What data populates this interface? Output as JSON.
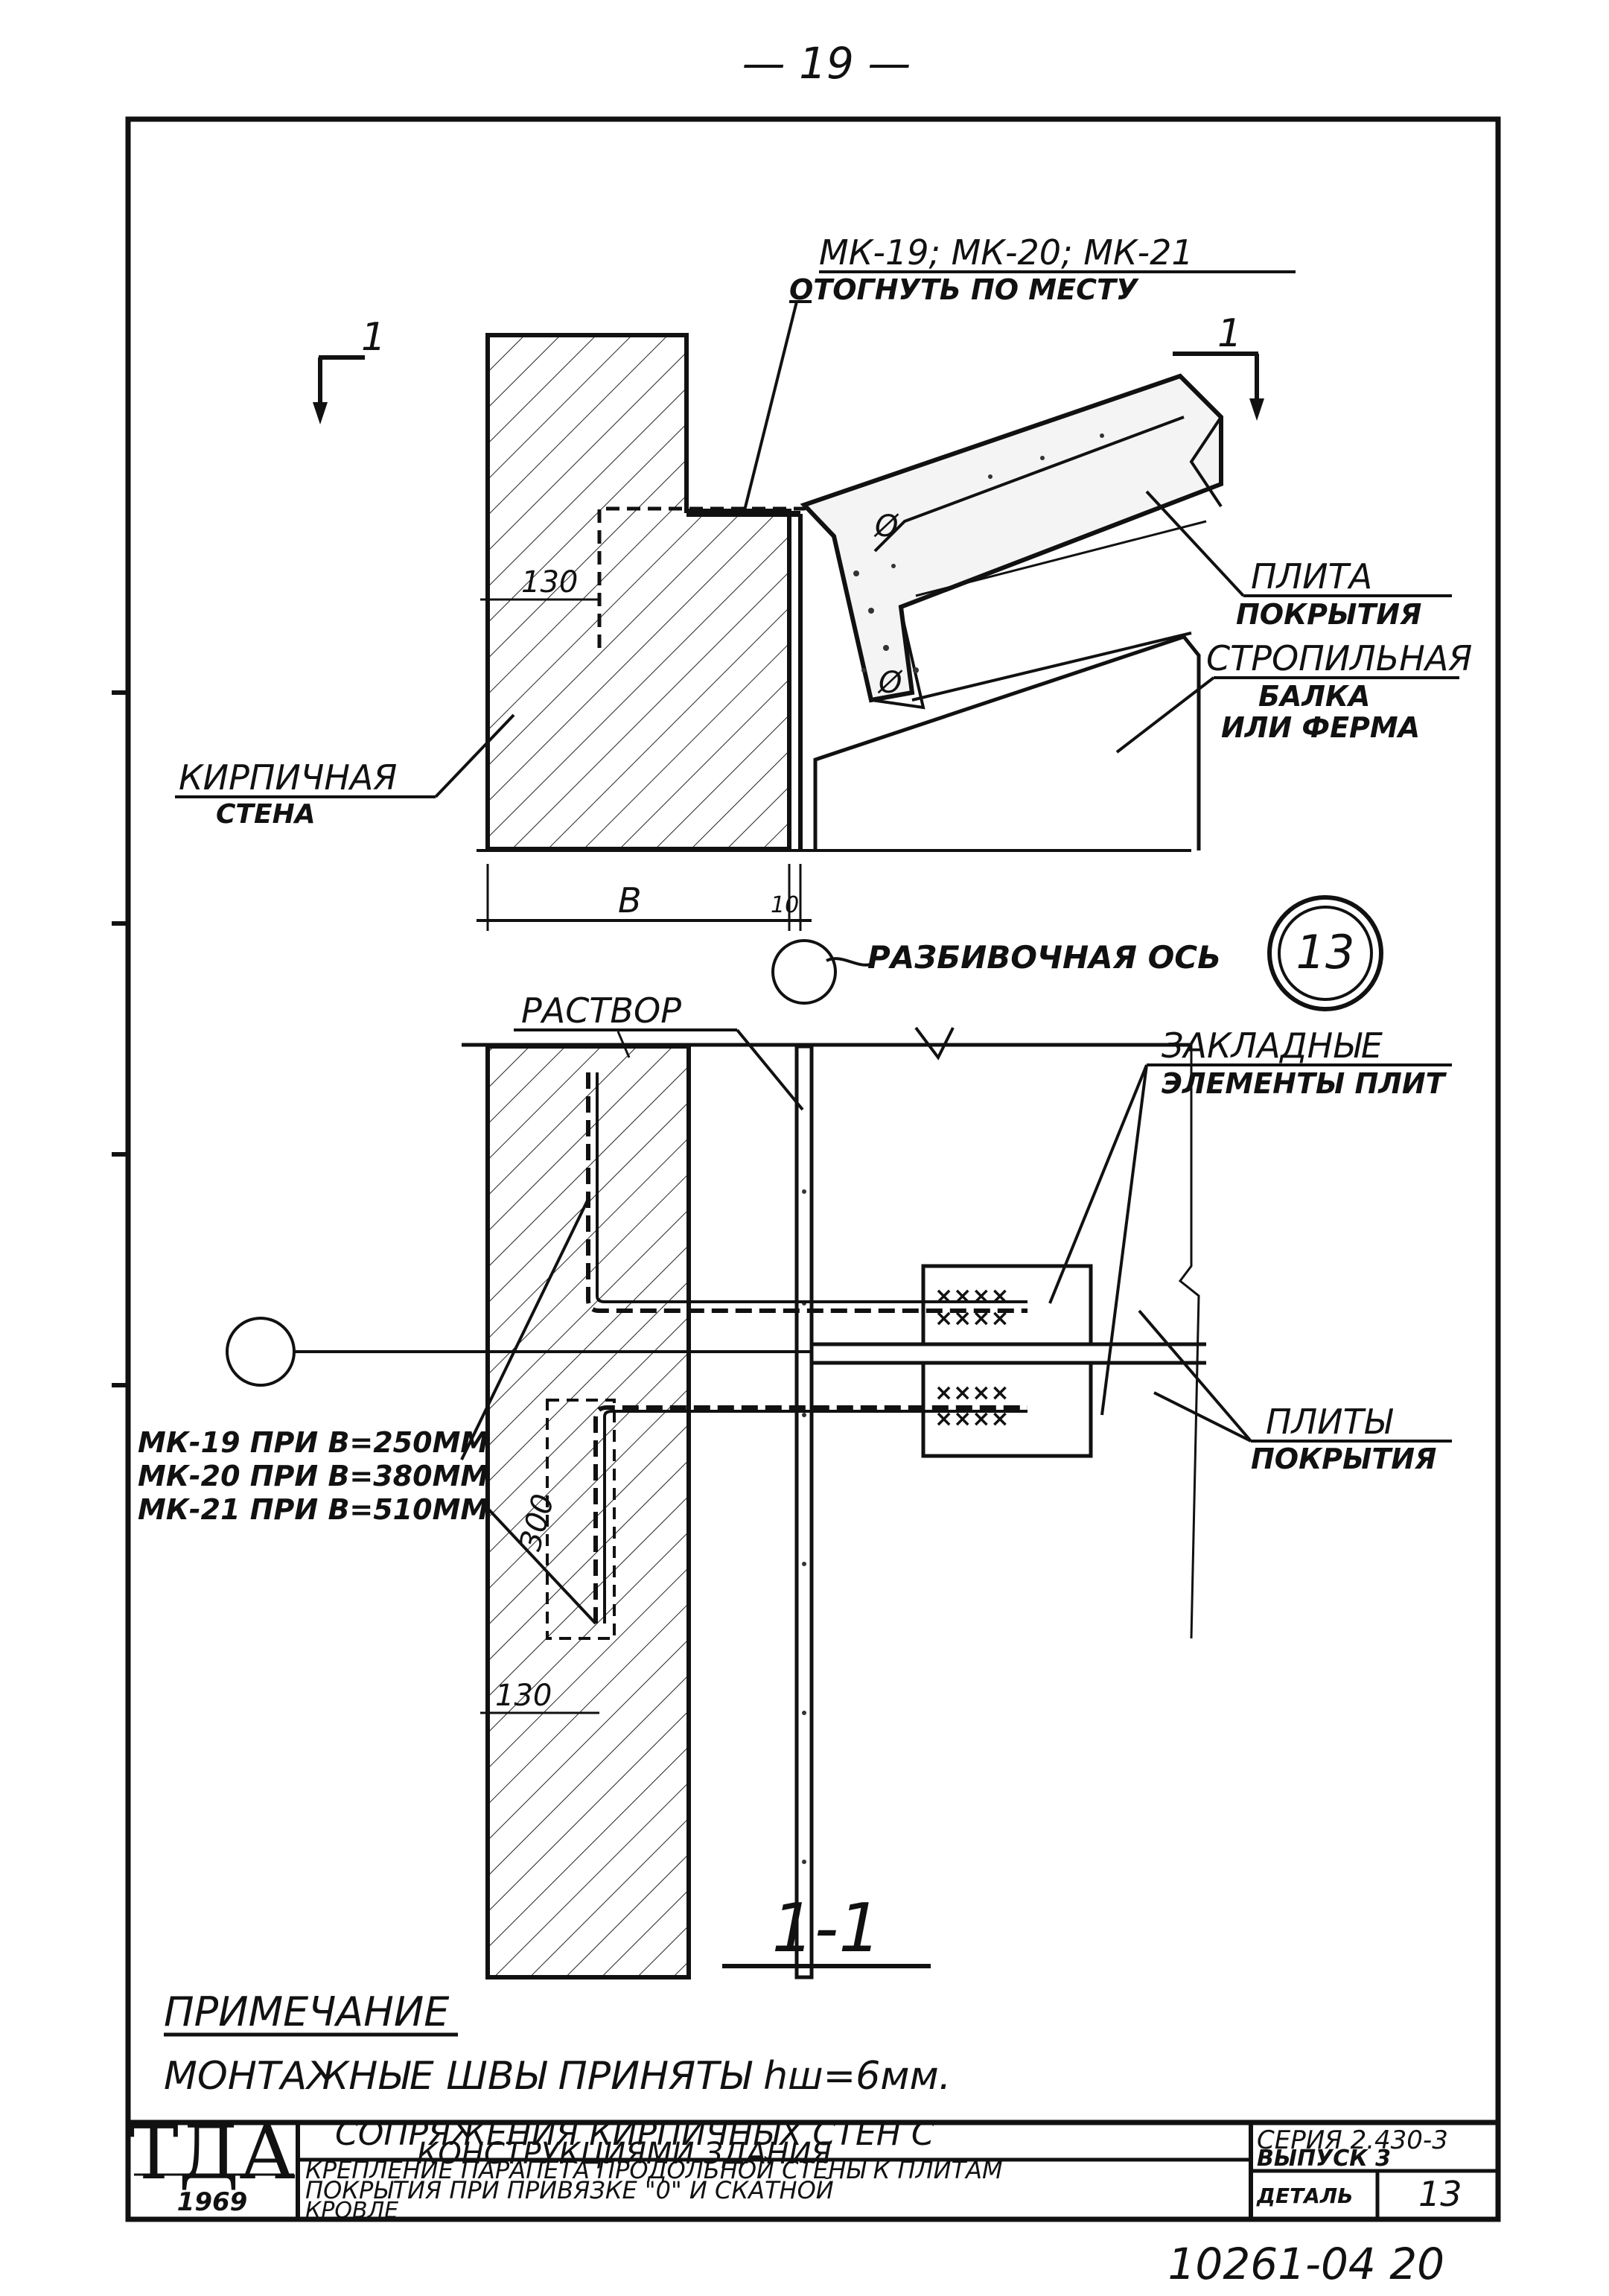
{
  "page_number": "— 19 —",
  "labels": {
    "mk_top_1": "МК-19; МК-20; МК-21",
    "mk_top_2": "ОТОГНУТЬ ПО МЕСТУ",
    "plita_1": "ПЛИТА",
    "plita_2": "ПОКРЫТИЯ",
    "stropil_1": "СТРОПИЛЬНАЯ",
    "stropil_2": "БАЛКА",
    "stropil_3": "ИЛИ ФЕРМА",
    "kirp_1": "КИРПИЧНАЯ",
    "kirp_2": "СТЕНА",
    "razb_os": "РАЗБИВОЧНАЯ ОСЬ",
    "rastvor": "РАСТВОР",
    "zaklad_1": "ЗАКЛАДНЫЕ",
    "zaklad_2": "ЭЛЕМЕНТЫ ПЛИТ",
    "plity_1": "ПЛИТЫ",
    "plity_2": "ПОКРЫТИЯ",
    "mk19": "МК-19 ПРИ В=250ММ",
    "mk20": "МК-20 ПРИ В=380ММ",
    "mk21": "МК-21 ПРИ В=510ММ",
    "section_mark": "1",
    "section_title": "1-1",
    "detail_num": "13"
  },
  "dims": {
    "d130_top": "130",
    "d130_bottom": "130",
    "d300": "300",
    "dB": "В",
    "d10": "10"
  },
  "note": {
    "title": "ПРИМЕЧАНИЕ",
    "text": "МОНТАЖНЫЕ ШВЫ ПРИНЯТЫ hш=6мм."
  },
  "title_block": {
    "logo": "ТДА",
    "year": "1969",
    "title_1": "СОПРЯЖЕНИЯ КИРПИЧНЫХ СТЕН С",
    "title_2": "КОНСТРУКЦИЯМИ ЗДАНИЯ",
    "sub_1": "КРЕПЛЕНИЕ ПАРАПЕТА ПРОДОЛЬНОЙ СТЕНЫ К ПЛИТАМ",
    "sub_2": "ПОКРЫТИЯ ПРИ ПРИВЯЗКЕ \"0\" И СКАТНОЙ",
    "sub_3": "КРОВЛЕ",
    "series_1": "СЕРИЯ 2.430-3",
    "series_2": "ВЫПУСК 3",
    "detail_label": "ДЕТАЛЬ",
    "detail_value": "13"
  },
  "sheet_code": "10261-04 20"
}
